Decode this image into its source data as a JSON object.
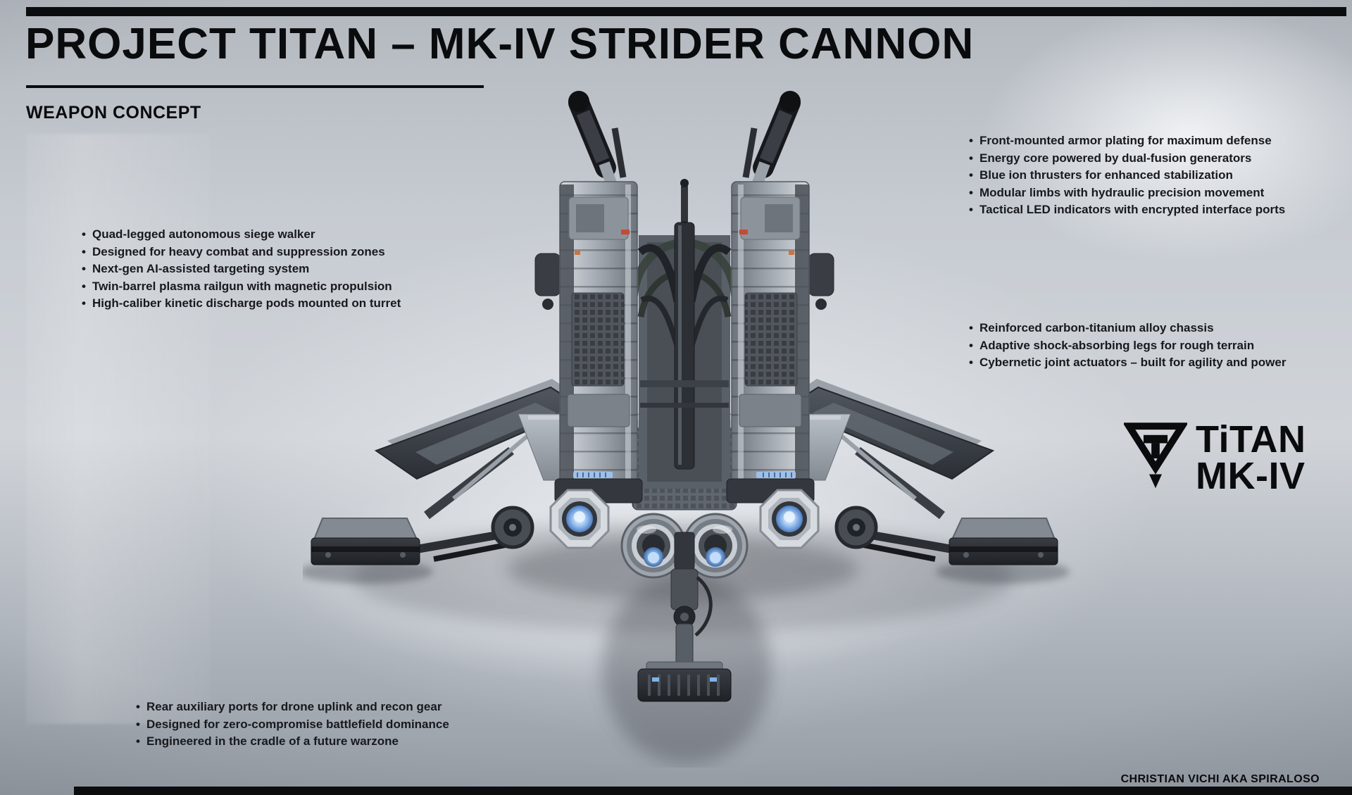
{
  "header": {
    "title": "PROJECT TITAN – MK-IV STRIDER CANNON",
    "subtitle": "WEAPON CONCEPT"
  },
  "feature_lists": {
    "left": {
      "items": [
        "Quad-legged autonomous siege walker",
        "Designed for heavy combat and suppression zones",
        "Next-gen AI-assisted targeting system",
        "Twin-barrel plasma railgun with magnetic propulsion",
        "High-caliber kinetic discharge pods mounted on turret"
      ]
    },
    "right_top": {
      "items": [
        "Front-mounted armor plating for maximum defense",
        "Energy core powered by dual-fusion generators",
        "Blue ion thrusters for enhanced stabilization",
        "Modular limbs with hydraulic precision movement",
        "Tactical LED indicators with encrypted interface ports"
      ]
    },
    "right_middle": {
      "items": [
        "Reinforced carbon-titanium alloy chassis",
        "Adaptive shock-absorbing legs for rough terrain",
        "Cybernetic joint actuators – built for agility and power"
      ]
    },
    "bottom_left": {
      "items": [
        "Rear auxiliary ports for drone uplink and recon gear",
        "Designed for zero-compromise battlefield dominance",
        "Engineered in the cradle of a future warzone"
      ]
    }
  },
  "logo": {
    "icon": "titan-triangle-icon",
    "line1": "TiTAN",
    "line2": "MK-IV"
  },
  "credit": "CHRISTIAN VICHI AKA SPIRALOSO",
  "hero": {
    "description": "Top-down 3D render of a quad-legged twin-cannon siege walker with blue ion lights"
  },
  "colors": {
    "ink": "#0a0b0d",
    "divider_bar": "#0c0d0f",
    "glow_blue": "#7fb3ea",
    "background_light": "#d0d4d9",
    "background_dark": "#979da5"
  }
}
